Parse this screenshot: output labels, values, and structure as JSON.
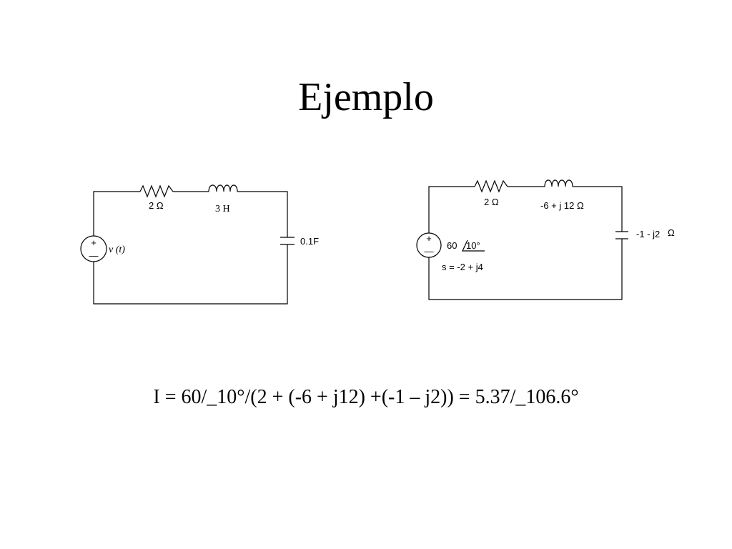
{
  "title": "Ejemplo",
  "time_domain_circuit": {
    "resistor_label": "2 Ω",
    "inductor_label": "3 H",
    "capacitor_label": "0.1F",
    "source_label": "v (t)",
    "source_plus": "+",
    "source_minus": "—"
  },
  "phasor_circuit": {
    "resistor_label": "2 Ω",
    "inductor_label": "-6 + j 12 Ω",
    "capacitor_label": "-1 - j2",
    "capacitor_unit": "Ω",
    "source_magnitude": "60",
    "source_angle": "10°",
    "frequency_label": "s = -2 + j4",
    "source_plus": "+",
    "source_minus": "—"
  },
  "formula": "I = 60/_10°/(2 + (-6 + j12) +(-1 – j2)) = 5.37/_106.6°"
}
